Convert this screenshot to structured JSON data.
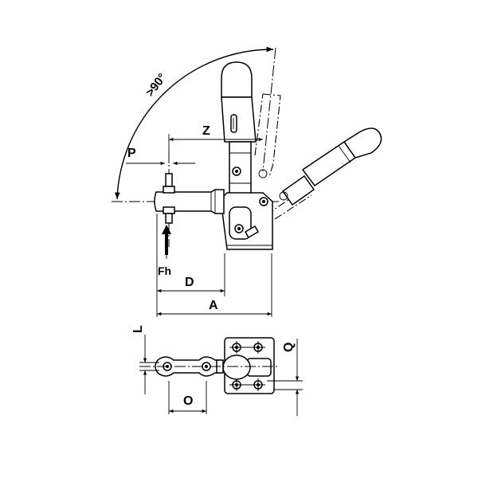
{
  "drawing": {
    "subject": "Vertical toggle clamp dimension drawing",
    "colors": {
      "line": "#000000",
      "background": "#ffffff"
    },
    "labels": {
      "angle": ">90°",
      "z": "Z",
      "p": "P",
      "fh": "Fh",
      "d": "D",
      "a": "A",
      "l": "L",
      "o": "O",
      "q": "Q"
    }
  }
}
